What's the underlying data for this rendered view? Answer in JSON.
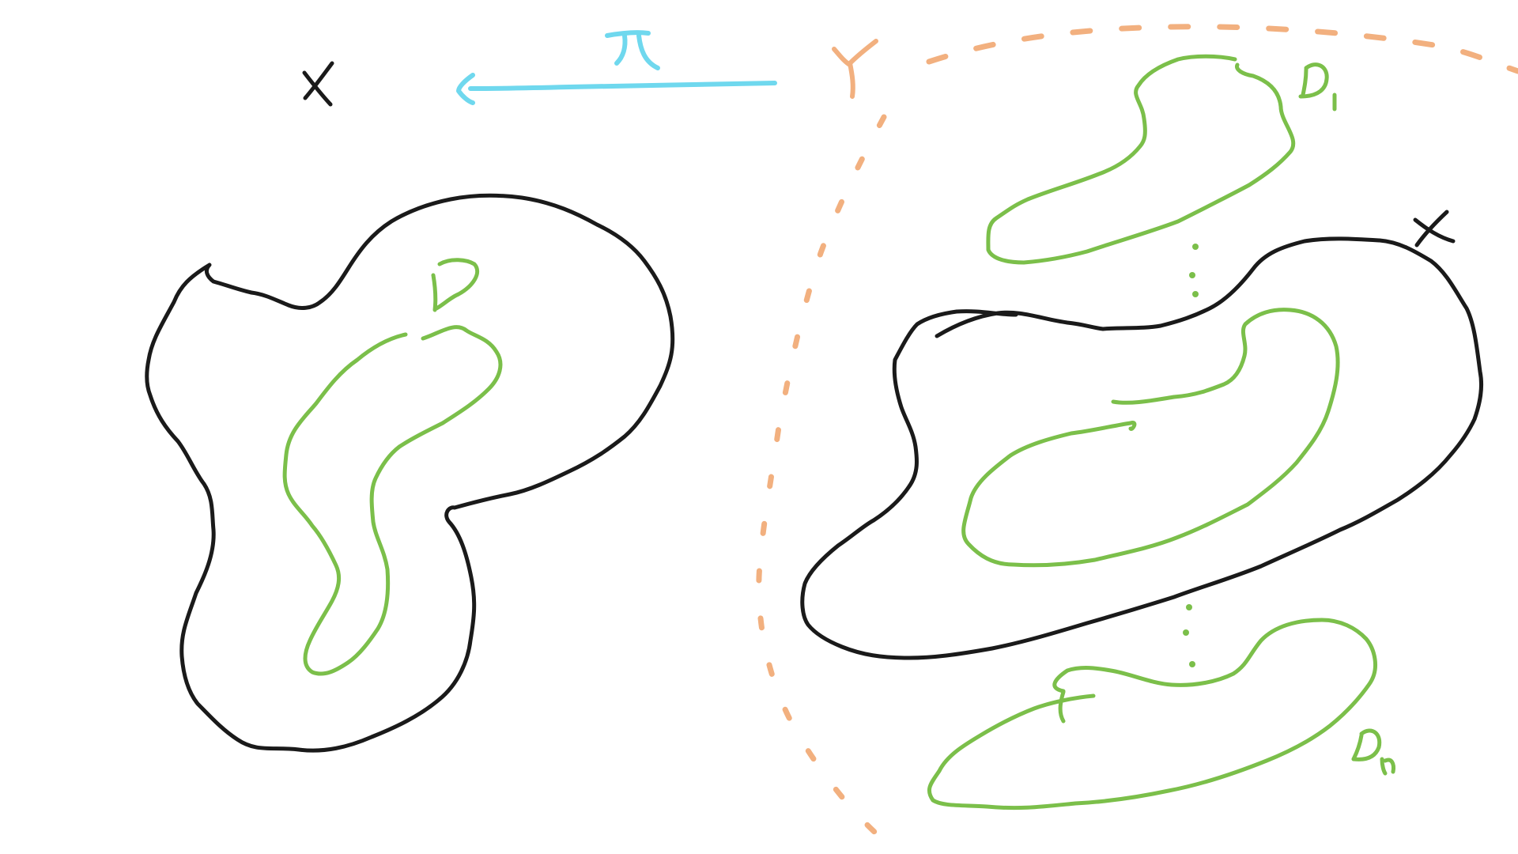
{
  "labels": {
    "base_space": "X",
    "projection": "π",
    "total_space": "Y",
    "disc_base": "D",
    "disc_first": "D1",
    "disc_last": "Dn",
    "base_copy": "X"
  },
  "colors": {
    "outline": "#1a1a1a",
    "disc": "#7bbf4a",
    "projection": "#6fd8ee",
    "cover": "#f2b07f"
  }
}
